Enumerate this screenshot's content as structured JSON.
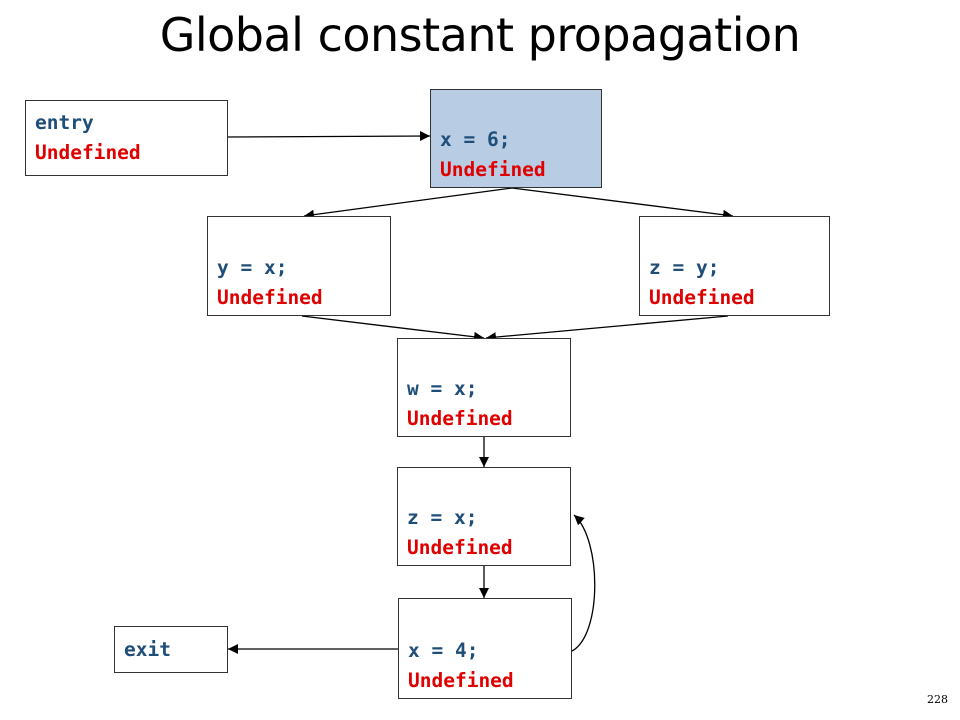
{
  "title": "Global constant propagation",
  "page_number": "228",
  "colors": {
    "code_text": "#1f4e79",
    "state_text": "#e00000",
    "highlight_fill": "#b8cce4",
    "border": "#333333"
  },
  "nodes": {
    "entry": {
      "code": "entry",
      "state": "Undefined"
    },
    "x6": {
      "code": "x = 6;",
      "state": "Undefined",
      "highlighted": true
    },
    "yx": {
      "code": "y = x;",
      "state": "Undefined"
    },
    "zy": {
      "code": "z = y;",
      "state": "Undefined"
    },
    "wx": {
      "code": "w = x;",
      "state": "Undefined"
    },
    "zx": {
      "code": "z = x;",
      "state": "Undefined"
    },
    "x4": {
      "code": "x = 4;",
      "state": "Undefined"
    },
    "exit": {
      "code": "exit"
    }
  },
  "edges": [
    {
      "from": "entry",
      "to": "x6"
    },
    {
      "from": "x6",
      "to": "yx"
    },
    {
      "from": "x6",
      "to": "zy"
    },
    {
      "from": "yx",
      "to": "wx"
    },
    {
      "from": "zy",
      "to": "wx"
    },
    {
      "from": "wx",
      "to": "zx"
    },
    {
      "from": "zx",
      "to": "x4"
    },
    {
      "from": "x4",
      "to": "zx",
      "kind": "back-edge"
    },
    {
      "from": "x4",
      "to": "exit"
    }
  ]
}
